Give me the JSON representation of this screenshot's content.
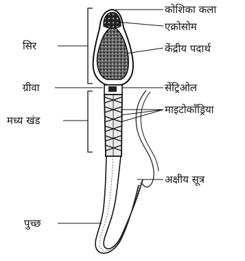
{
  "labels": {
    "cell_membrane": "कोशिका कला",
    "acrosome": "एक्रोसोम",
    "nucleus": "केंद्रीय पदार्थ",
    "centriole": "सेंट्रिओल",
    "mitochondria": "माइटोकॉंड्रिया",
    "axial_filament": "अक्षीय सूत्र",
    "head": "सिर",
    "neck": "ग्रीवा",
    "middle_piece": "मध्य खंड",
    "tail": "पुच्छ"
  }
}
